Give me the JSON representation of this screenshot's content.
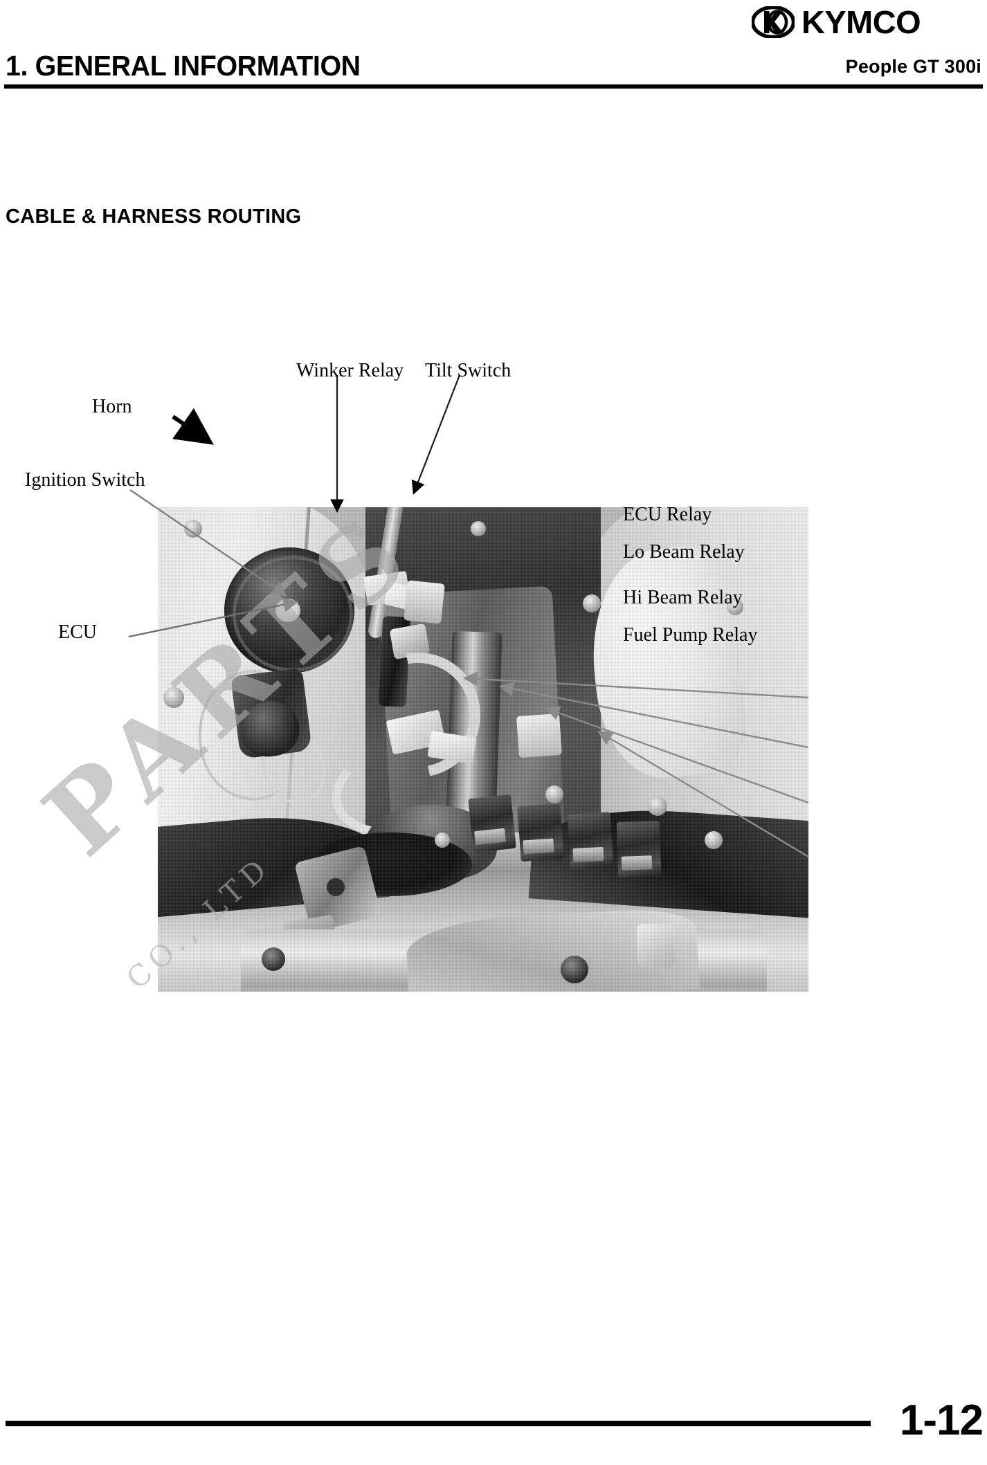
{
  "header": {
    "chapter_title": "1. GENERAL INFORMATION",
    "model": "People GT 300i",
    "brand": "KYMCO",
    "brand_mark": "kymco-oval-k-logo"
  },
  "section": {
    "heading": "CABLE & HARNESS ROUTING"
  },
  "figure": {
    "description": "cable-and-harness-routing-photo",
    "watermark": {
      "main": "PARTS",
      "sub": "CO., LTD"
    },
    "callouts": [
      {
        "id": "winker-relay",
        "label": "Winker Relay",
        "side": "top",
        "arrow": "black"
      },
      {
        "id": "tilt-switch",
        "label": "Tilt Switch",
        "side": "top",
        "arrow": "black"
      },
      {
        "id": "horn",
        "label": "Horn",
        "side": "left",
        "arrow": "black"
      },
      {
        "id": "ignition-switch",
        "label": "Ignition Switch",
        "side": "left",
        "arrow": "gray"
      },
      {
        "id": "ecu",
        "label": "ECU",
        "side": "left",
        "arrow": "gray"
      },
      {
        "id": "ecu-relay",
        "label": "ECU Relay",
        "side": "right",
        "arrow": "gray"
      },
      {
        "id": "lo-beam-relay",
        "label": "Lo Beam Relay",
        "side": "right",
        "arrow": "gray"
      },
      {
        "id": "hi-beam-relay",
        "label": "Hi Beam Relay",
        "side": "right",
        "arrow": "gray"
      },
      {
        "id": "fuel-pump-relay",
        "label": "Fuel Pump Relay",
        "side": "right",
        "arrow": "gray"
      }
    ]
  },
  "footer": {
    "page_number": "1-12"
  },
  "colors": {
    "ink": "#000000",
    "paper": "#ffffff",
    "leader_gray": "#8a8a8a",
    "watermark_gray": "#aaaaaa"
  }
}
